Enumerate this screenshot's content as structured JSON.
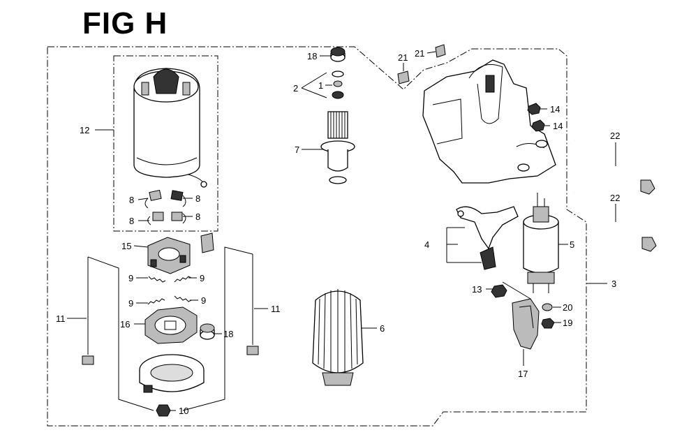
{
  "figure": {
    "title": "FIG H"
  },
  "callouts": {
    "c1": "1",
    "c2": "2",
    "c3": "3",
    "c4": "4",
    "c5": "5",
    "c6": "6",
    "c7": "7",
    "c8a": "8",
    "c8b": "8",
    "c8c": "8",
    "c8d": "8",
    "c9a": "9",
    "c9b": "9",
    "c9c": "9",
    "c9d": "9",
    "c10": "10",
    "c11a": "11",
    "c11b": "11",
    "c12": "12",
    "c13": "13",
    "c14a": "14",
    "c14b": "14",
    "c15": "15",
    "c16": "16",
    "c17": "17",
    "c18a": "18",
    "c18b": "18",
    "c19": "19",
    "c20": "20",
    "c21a": "21",
    "c21b": "21",
    "c22a": "22",
    "c22b": "22"
  }
}
